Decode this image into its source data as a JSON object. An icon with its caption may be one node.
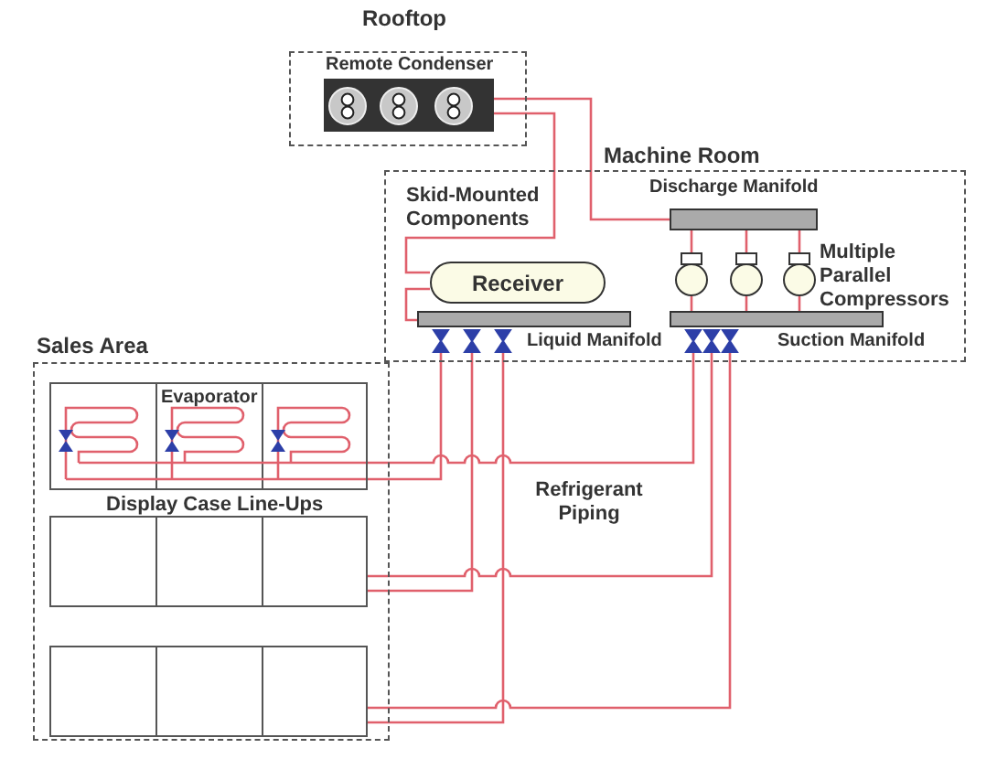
{
  "diagram": {
    "nodes": [
      {
        "text": [
          "Rooftop"
        ]
      },
      {
        "text": [
          "Remote Condenser"
        ],
        "in": 0
      },
      {
        "text": [
          "Machine Room"
        ]
      },
      {
        "text": [
          "Discharge Manifold"
        ],
        "in": 2
      },
      {
        "text": [
          "Receiver"
        ],
        "in": 2
      },
      {
        "text": [
          "Liquid Manifold"
        ],
        "in": 2
      },
      {
        "text": [
          "Suction Manifold"
        ],
        "in": 2
      },
      {
        "text": [],
        "shape": "circle",
        "in": 2
      },
      {
        "text": [],
        "shape": "circle",
        "in": 2
      },
      {
        "text": [],
        "shape": "circle",
        "in": 2
      },
      {
        "text": [
          "Sales Area"
        ]
      },
      {
        "text": [
          "Evaporator"
        ],
        "in": 10
      },
      {
        "text": [],
        "shape": "box",
        "in": 10
      },
      {
        "text": [],
        "shape": "box",
        "in": 10
      }
    ],
    "edges": [
      {
        "from": 1,
        "to": 4,
        "arrow": "none"
      },
      {
        "from": 3,
        "to": 1,
        "arrow": "none"
      },
      {
        "from": 4,
        "to": 5,
        "arrow": "none"
      },
      {
        "from": 7,
        "to": 3,
        "arrow": "none"
      },
      {
        "from": 8,
        "to": 3,
        "arrow": "none"
      },
      {
        "from": 9,
        "to": 3,
        "arrow": "none"
      },
      {
        "from": 6,
        "to": 7,
        "arrow": "none"
      },
      {
        "from": 6,
        "to": 8,
        "arrow": "none"
      },
      {
        "from": 6,
        "to": 9,
        "arrow": "none"
      },
      {
        "from": 5,
        "to": 11,
        "arrow": "none"
      },
      {
        "from": 5,
        "to": 12,
        "arrow": "none"
      },
      {
        "from": 5,
        "to": 13,
        "arrow": "none"
      },
      {
        "from": 11,
        "to": 6,
        "arrow": "none"
      },
      {
        "from": 12,
        "to": 6,
        "arrow": "none"
      },
      {
        "from": 13,
        "to": 6,
        "arrow": "none"
      }
    ],
    "labels": [
      "Skid-Mounted Components",
      "Multiple Parallel Compressors",
      "Display Case Line-Ups",
      "Refrigerant Piping"
    ]
  }
}
